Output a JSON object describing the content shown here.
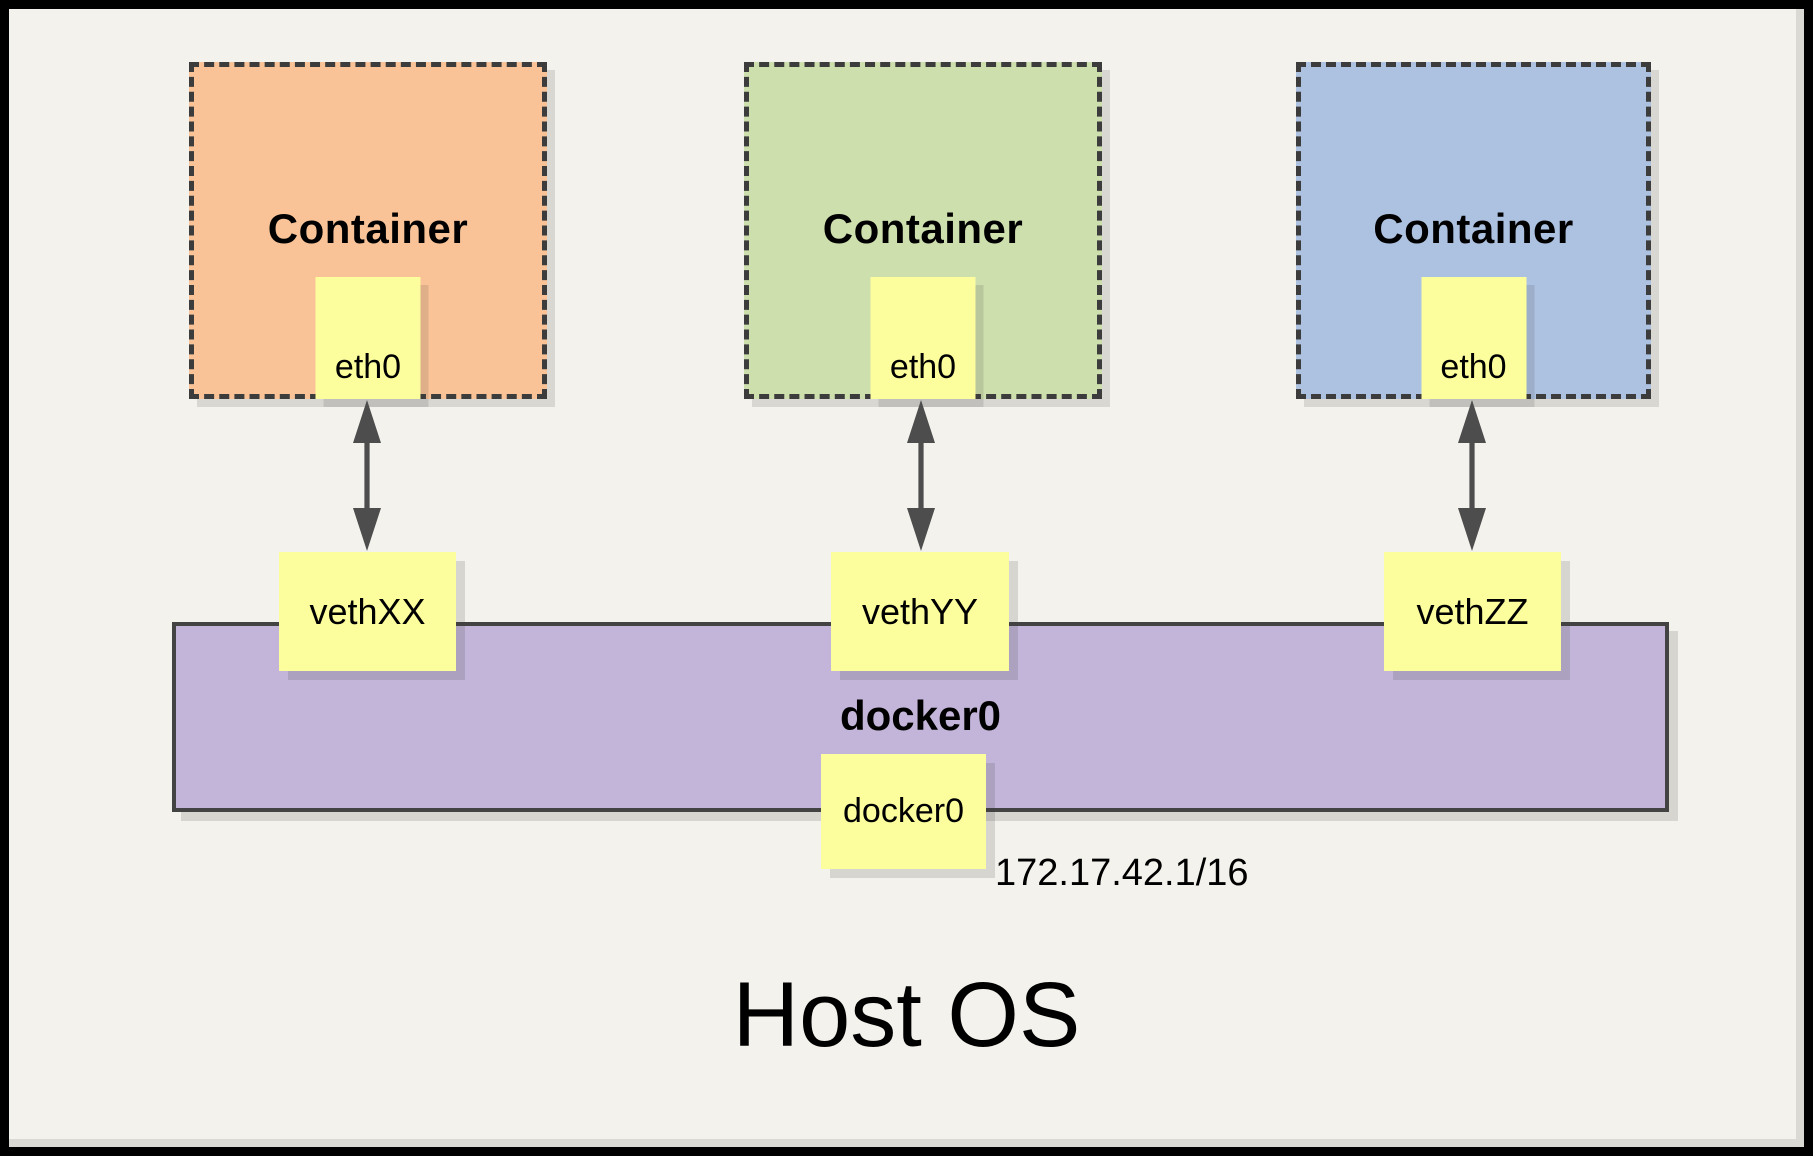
{
  "colors": {
    "background": "#F4F2EC",
    "frame": "#000000",
    "note_yellow": "#FCFD9D",
    "container_orange": "#FAC397",
    "container_green": "#CEDFAE",
    "container_blue": "#ADC2E1",
    "bridge_purple": "#C3B4D9",
    "dashed_border": "#3C3C3C",
    "bar_border": "#434343",
    "arrow": "#4D4D4D",
    "text": "#000000"
  },
  "containers": [
    {
      "label": "Container",
      "eth_label": "eth0",
      "veth_label": "vethXX",
      "fill": "#FAC397"
    },
    {
      "label": "Container",
      "eth_label": "eth0",
      "veth_label": "vethYY",
      "fill": "#CEDFAE"
    },
    {
      "label": "Container",
      "eth_label": "eth0",
      "veth_label": "vethZZ",
      "fill": "#ADC2E1"
    }
  ],
  "bridge": {
    "name_label": "docker0",
    "interface_label": "docker0",
    "ip_address": "172.17.42.1/16",
    "fill": "#C3B4D9"
  },
  "host": {
    "label": "Host OS"
  }
}
